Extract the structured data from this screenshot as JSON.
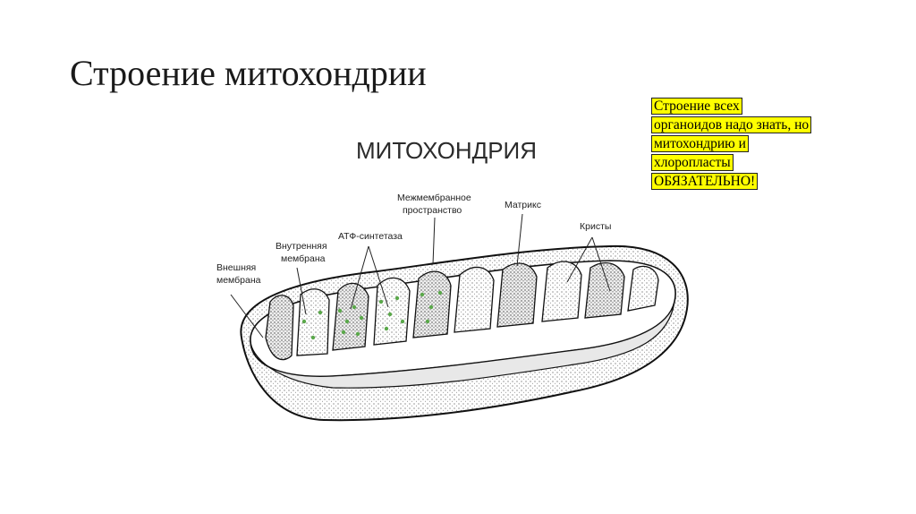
{
  "slide": {
    "title": "Строение митохондрии"
  },
  "diagram": {
    "title": "МИТОХОНДРИЯ",
    "labels": {
      "outer_membrane": [
        "Внешняя",
        "мембрана"
      ],
      "inner_membrane": [
        "Внутренняя",
        "мембрана"
      ],
      "atp_synthase": "АТФ-синтетаза",
      "intermembrane_space": [
        "Межмембранное",
        "пространство"
      ],
      "matrix": "Матрикс",
      "cristae": "Кристы"
    }
  },
  "note": {
    "lines": [
      "Строение всех",
      "органоидов надо знать, но",
      "митохондрию и",
      "хлоропласты",
      "ОБЯЗАТЕЛЬНО!"
    ],
    "highlight_color": "#ffff00"
  }
}
